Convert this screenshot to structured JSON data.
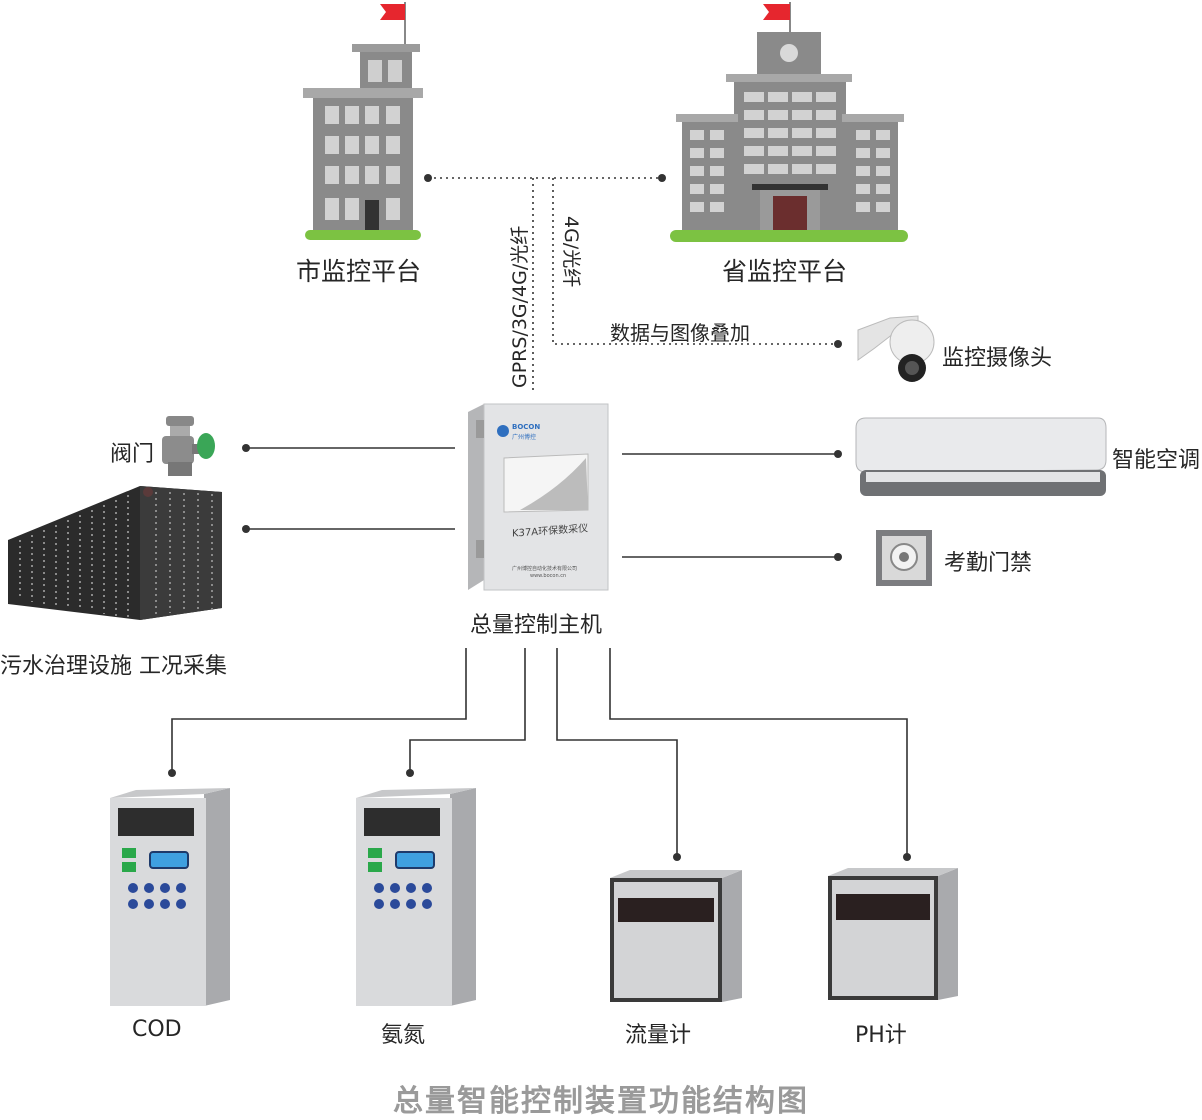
{
  "title": "总量智能控制装置功能结构图",
  "nodes": {
    "city_platform": "市监控平台",
    "province_platform": "省监控平台",
    "host": "总量控制主机",
    "device_model": "K37A环保数采仪",
    "device_brand": "BOCON",
    "device_brand_cn": "广州博控",
    "device_company": "广州博控自动化技术有限公司",
    "device_url": "www.bocon.cn",
    "camera": "监控摄像头",
    "air_conditioner": "智能空调",
    "access_control": "考勤门禁",
    "valve": "阀门",
    "treatment": "污水治理设施 工况采集",
    "cod": "COD",
    "ammonia": "氨氮",
    "flowmeter": "流量计",
    "ph": "PH计"
  },
  "links": {
    "uplink_city": "GPRS/3G/4G/光纤",
    "uplink_province": "4G/光纤",
    "camera_link": "数据与图像叠加"
  },
  "colors": {
    "building_gray": "#8a8a8a",
    "grass_green": "#7cc242",
    "flag_red": "#e6262e",
    "cabinet_gray": "#d9dadc",
    "caption_gray": "#9a9a9a"
  }
}
